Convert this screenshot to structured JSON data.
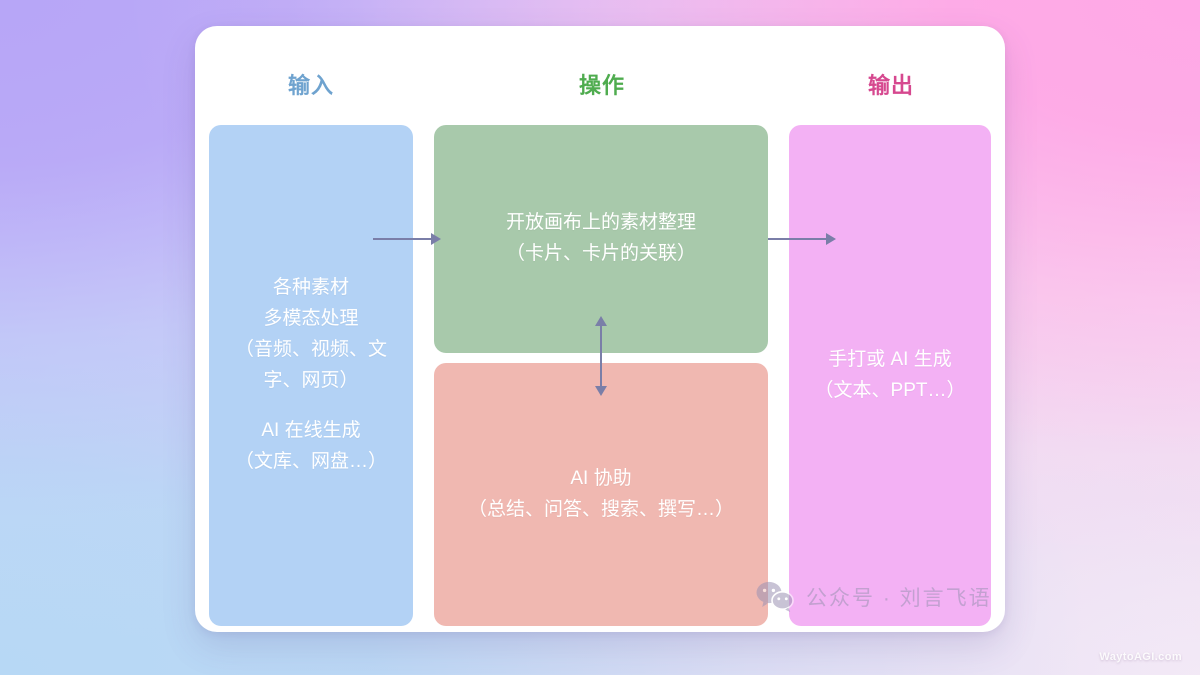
{
  "slide": {
    "background_colors": {
      "top_left": "#b7a6f7",
      "top_right": "#ffa8e6",
      "bottom_left": "#b7d8f5",
      "bottom_right": "#f4e9f6"
    },
    "card_background": "#ffffff"
  },
  "headers": {
    "input": {
      "label": "输入",
      "color": "#6fa3cf"
    },
    "operation": {
      "label": "操作",
      "color": "#4fac4f"
    },
    "output": {
      "label": "输出",
      "color": "#d6488f"
    }
  },
  "boxes": {
    "input": {
      "color": "#b3d2f5",
      "lines": [
        "各种素材",
        "多模态处理",
        "（音频、视频、文字、网页）"
      ],
      "lines_2": [
        "AI 在线生成",
        "（文库、网盘…）"
      ]
    },
    "canvas": {
      "color": "#a8c9ab",
      "lines": [
        "开放画布上的素材整理",
        "（卡片、卡片的关联）"
      ]
    },
    "ai_assist": {
      "color": "#f0b8b1",
      "lines": [
        "AI 协助",
        "（总结、问答、搜索、撰写…）"
      ]
    },
    "output": {
      "color": "#f3b1f4",
      "lines": [
        "手打或 AI 生成",
        "（文本、PPT…）"
      ]
    }
  },
  "arrows": {
    "color": "#7a7ea8",
    "input_to_canvas": {
      "direction": "right"
    },
    "canvas_to_output": {
      "direction": "right"
    },
    "canvas_to_ai": {
      "direction": "both-vertical"
    }
  },
  "watermark": {
    "icon": "wechat-icon",
    "text": "公众号 · 刘言飞语",
    "color": "#9c93b4"
  },
  "site_watermark": {
    "text": "WaytoAGI.com"
  }
}
